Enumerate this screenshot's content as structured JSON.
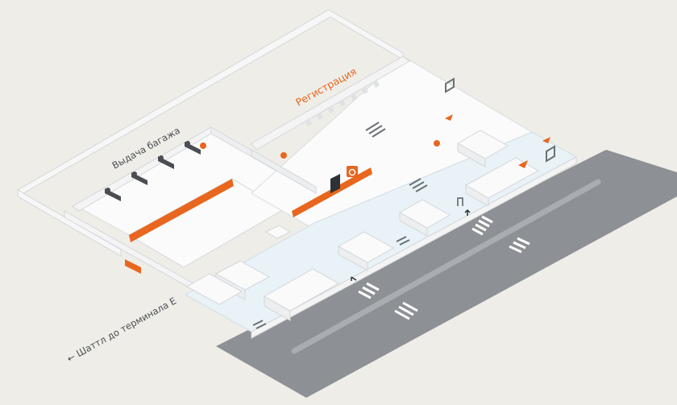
{
  "map": {
    "labels": {
      "checkin": "Регистрация",
      "baggage_claim": "Выдача багажа",
      "shuttle": "← Шаттл до терминала E"
    },
    "colors": {
      "background": "#efede8",
      "wall": "#f7f7f7",
      "wall_edge": "#d3d6da",
      "public_floor": "#e8f2f7",
      "airside_floor": "#fbfbfb",
      "road": "#8d9094",
      "accent": "#e8661e",
      "text": "#4a4d52"
    },
    "icons": [
      "baggage-carousel-icon",
      "escalator-icon",
      "elevator-icon",
      "wheelchair-icon",
      "info-screen-icon",
      "cafe-icon",
      "airplane-icon",
      "parking-barrier-icon",
      "crosswalk-icon",
      "arrow-icon"
    ]
  }
}
